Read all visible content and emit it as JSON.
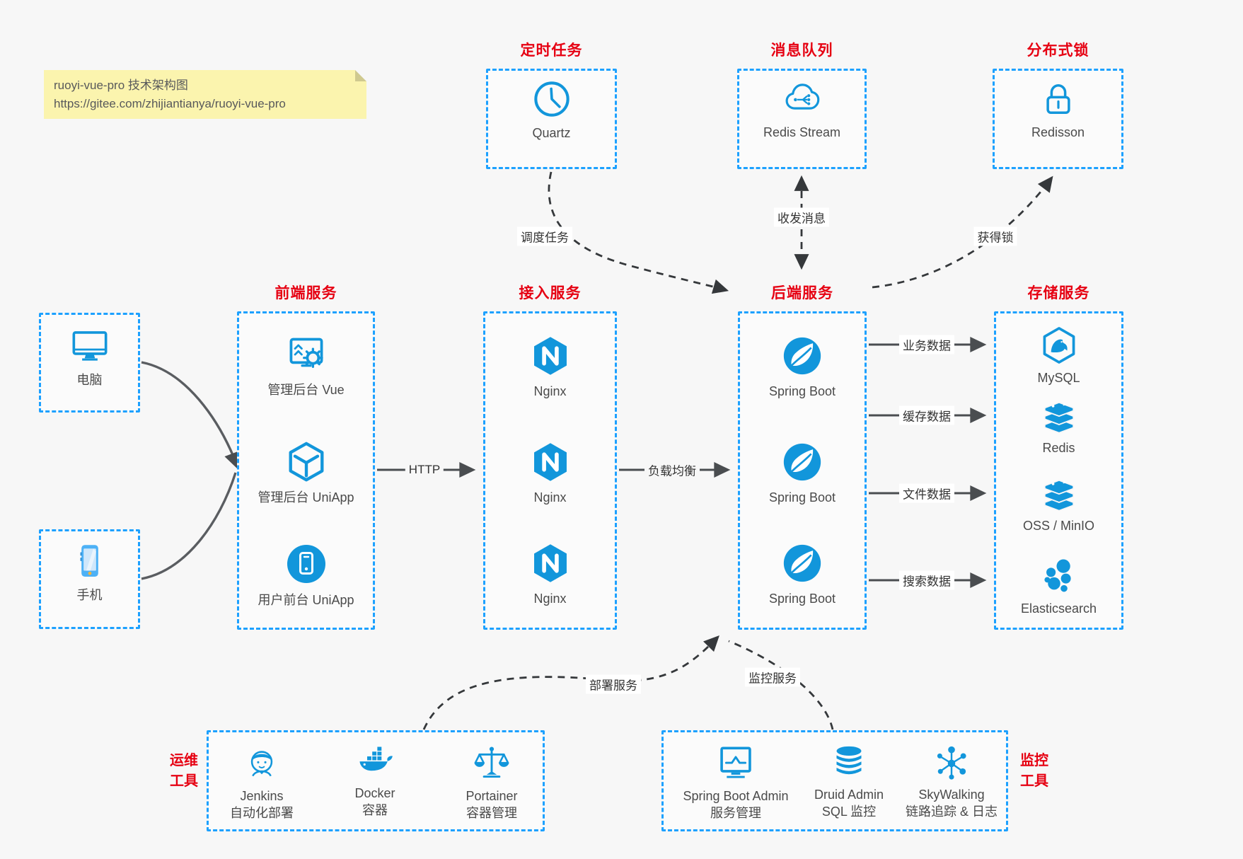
{
  "note": {
    "line1": "ruoyi-vue-pro 技术架构图",
    "line2": "https://gitee.com/zhijiantianya/ruoyi-vue-pro"
  },
  "top_groups": {
    "scheduler": {
      "title": "定时任务",
      "item": "Quartz",
      "icon": "clock-icon"
    },
    "mq": {
      "title": "消息队列",
      "item": "Redis Stream",
      "icon": "cloud-stream-icon"
    },
    "lock": {
      "title": "分布式锁",
      "item": "Redisson",
      "icon": "lock-icon"
    }
  },
  "clients": {
    "pc": {
      "label": "电脑",
      "icon": "desktop-icon"
    },
    "mobile": {
      "label": "手机",
      "icon": "smartphone-icon"
    }
  },
  "columns": {
    "frontend": {
      "title": "前端服务",
      "items": [
        "管理后台 Vue",
        "管理后台 UniApp",
        "用户前台 UniApp"
      ]
    },
    "gateway": {
      "title": "接入服务",
      "items": [
        "Nginx",
        "Nginx",
        "Nginx"
      ]
    },
    "backend": {
      "title": "后端服务",
      "items": [
        "Spring Boot",
        "Spring Boot",
        "Spring Boot"
      ]
    },
    "storage": {
      "title": "存储服务",
      "items": [
        "MySQL",
        "Redis",
        "OSS / MinIO",
        "Elasticsearch"
      ]
    }
  },
  "bottom_groups": {
    "ops": {
      "title_line1": "运维",
      "title_line2": "工具",
      "items": [
        {
          "name": "Jenkins",
          "desc": "自动化部署",
          "icon": "jenkins-icon"
        },
        {
          "name": "Docker",
          "desc": "容器",
          "icon": "docker-whale-icon"
        },
        {
          "name": "Portainer",
          "desc": "容器管理",
          "icon": "scales-icon"
        }
      ]
    },
    "monitoring": {
      "title_line1": "监控",
      "title_line2": "工具",
      "items": [
        {
          "name": "Spring Boot Admin",
          "desc": "服务管理",
          "icon": "monitor-chart-icon"
        },
        {
          "name": "Druid Admin",
          "desc": "SQL 监控",
          "icon": "database-icon"
        },
        {
          "name": "SkyWalking",
          "desc": "链路追踪 & 日志",
          "icon": "topology-icon"
        }
      ]
    }
  },
  "edges": {
    "http": "HTTP",
    "load_balance": "负载均衡",
    "schedule": "调度任务",
    "message": "收发消息",
    "acquire_lock": "获得锁",
    "business_data": "业务数据",
    "cache_data": "缓存数据",
    "file_data": "文件数据",
    "search_data": "搜索数据",
    "deploy": "部署服务",
    "monitor": "监控服务"
  },
  "colors": {
    "icon_blue": "#1296db",
    "border_blue": "#1da1ff",
    "title_red": "#e60012",
    "note_bg": "#fbf4ae",
    "arrow_gray": "#4a4d50"
  }
}
